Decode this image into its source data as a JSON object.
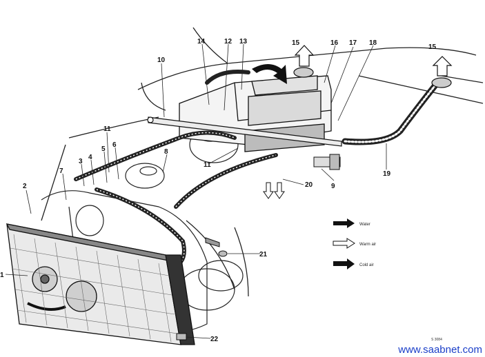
{
  "callouts": {
    "c1": "1",
    "c2": "2",
    "c3": "3",
    "c4": "4",
    "c5": "5",
    "c6": "6",
    "c7": "7",
    "c8": "8",
    "c9": "9",
    "c10": "10",
    "c11a": "11",
    "c11b": "11",
    "c12": "12",
    "c13": "13",
    "c14": "14",
    "c15a": "15",
    "c15b": "15",
    "c16": "16",
    "c17": "17",
    "c18": "18",
    "c19": "19",
    "c20": "20",
    "c21": "21",
    "c22": "22"
  },
  "legend": {
    "water": "Water",
    "warm_air": "Warm air",
    "cold_air": "Cold air"
  },
  "figure_code": "S 3084",
  "watermark": "www.saabnet.com"
}
